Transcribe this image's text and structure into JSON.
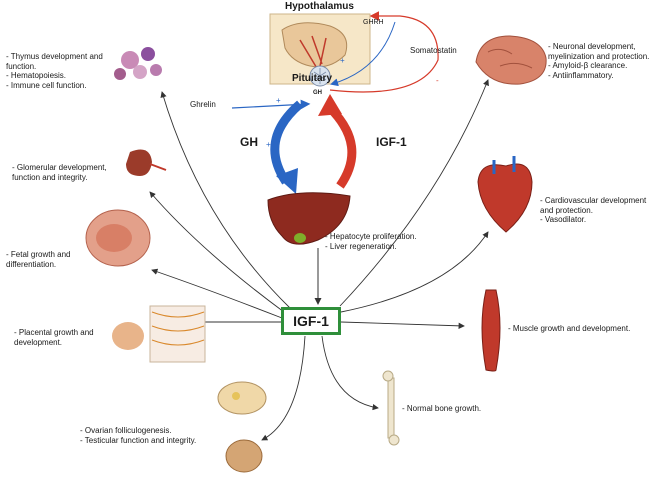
{
  "center": {
    "label": "IGF-1"
  },
  "hypothalamus": {
    "label": "Hypothalamus",
    "ghrh": "GHRH"
  },
  "pituitary": {
    "label": "Pituitary",
    "gh_small": "GH"
  },
  "somatostatin": {
    "label": "Somatostatin"
  },
  "ghrelin": {
    "label": "Ghrelin"
  },
  "loop": {
    "gh_label": "GH",
    "igf_label": "IGF-1"
  },
  "liver": {
    "bullets": [
      "Hepatocyte proliferation.",
      "Liver regeneration."
    ]
  },
  "targets": {
    "thymus": [
      "Thymus development and function.",
      "Hematopoiesis.",
      "Immune cell function."
    ],
    "kidney": [
      "Glomerular development, function and integrity."
    ],
    "fetal": [
      "Fetal growth and differentiation."
    ],
    "placenta": [
      "Placental growth and development."
    ],
    "gonads": [
      "Ovarian folliculogenesis.",
      "Testicular function and integrity."
    ],
    "brain": [
      "Neuronal development, myelinization and protection.",
      "Amyloid-β clearance.",
      "Antiinflammatory."
    ],
    "heart": [
      "Cardiovascular development and protection.",
      "Vasodilator."
    ],
    "muscle": [
      "Muscle growth and development."
    ],
    "bone": [
      "Normal bone growth."
    ]
  },
  "signs": {
    "plus": "+",
    "minus": "-"
  },
  "colors": {
    "stimulate": "#2a66c4",
    "inhibit": "#d63a2a",
    "box": "#2f8f3a"
  }
}
